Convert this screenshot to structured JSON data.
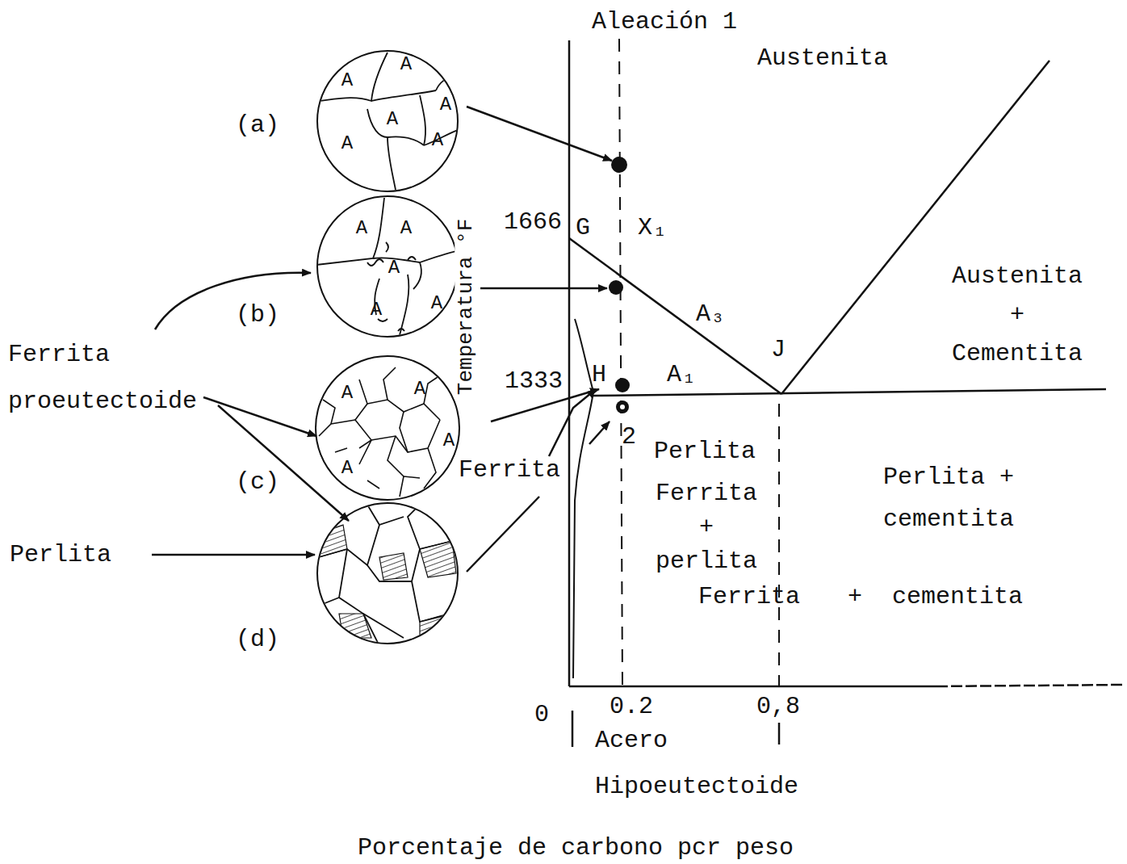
{
  "diagram": {
    "nodes": [
      {
        "text": [
          "A",
          "A",
          "A",
          "A",
          "A",
          "A"
        ]
      },
      {
        "text": [
          "A",
          "A",
          "A",
          "A",
          "A"
        ]
      },
      {
        "text": [
          "A",
          "A",
          "A",
          "A"
        ]
      }
    ],
    "labels": [
      "Aleación 1",
      "Austenita",
      "(a)",
      "(b)",
      "(c)",
      "(d)",
      "1666",
      "G",
      "X₁",
      "Temperatura °F",
      "Austenita + Cementita",
      "A₃",
      "J",
      "1333",
      "H",
      "A₁",
      "Ferrita proeutectoide",
      "Ferrita",
      "2",
      "Perlita",
      "Ferrita + perlita",
      "Perlita + cementita",
      "Ferrita",
      "+",
      "cementita",
      "Perlita",
      "0",
      "0.2",
      "0,8",
      "Acero",
      "Hipoeutectoide",
      "Porcentaje de carbono pcr peso"
    ]
  }
}
